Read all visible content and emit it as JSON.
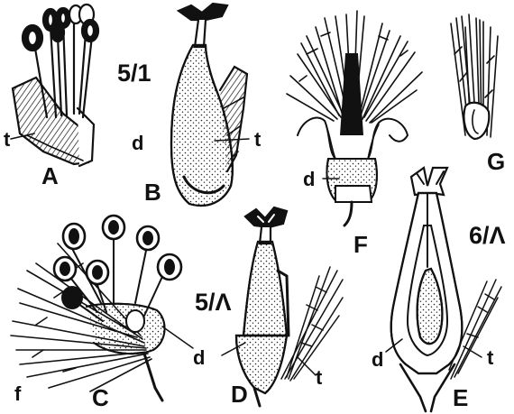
{
  "labels": {
    "panel": {
      "A": "A",
      "B": "B",
      "C": "C",
      "D": "D",
      "E": "E",
      "F": "F",
      "G": "G"
    },
    "part": {
      "t_A": "t",
      "d_B": "d",
      "t_B": "t",
      "d_F": "d",
      "f_C": "f",
      "d_C": "d",
      "t_D": "t",
      "d_E": "d",
      "t_E": "t"
    },
    "scale": {
      "s_B": "5/1",
      "s_D": "5/Λ",
      "s_E": "6/Λ"
    }
  },
  "colors": {
    "ink": "#111111",
    "paper": "#ffffff",
    "stipple": "#222222"
  }
}
